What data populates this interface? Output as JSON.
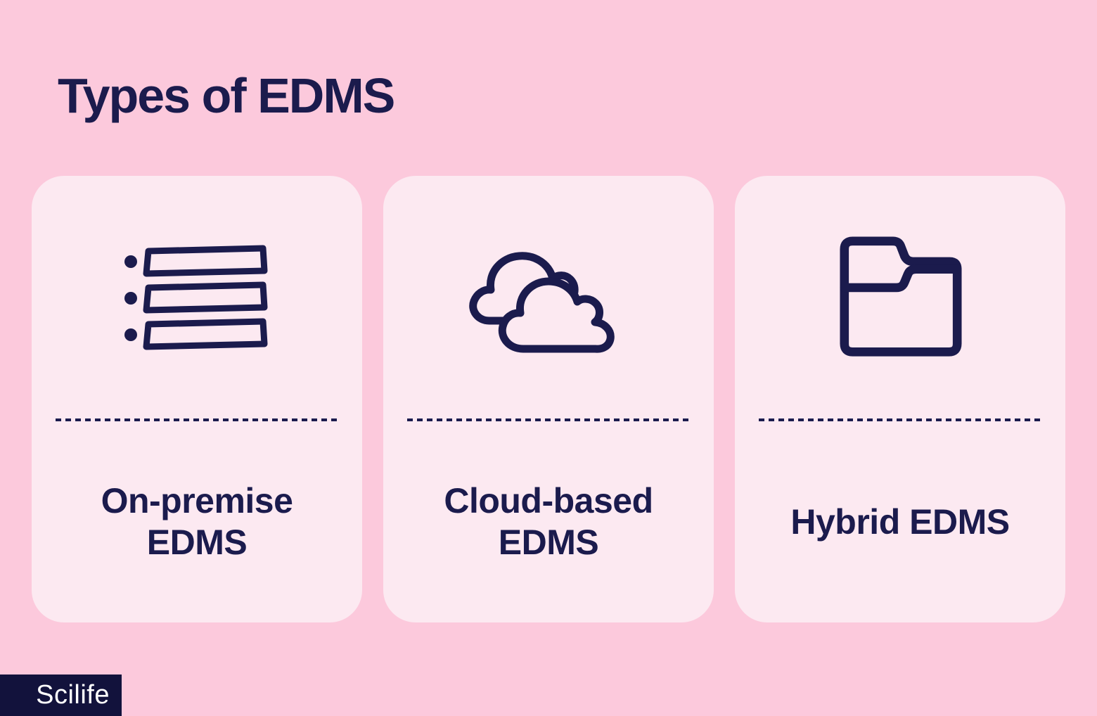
{
  "title": "Types of EDMS",
  "cards": [
    {
      "name": "on-premise",
      "label": "On-premise\nEDMS",
      "icon": "list-icon"
    },
    {
      "name": "cloud-based",
      "label": "Cloud-based\nEDMS",
      "icon": "clouds-icon"
    },
    {
      "name": "hybrid",
      "label": "Hybrid EDMS",
      "icon": "folder-icon"
    }
  ],
  "logo": {
    "text": "Scilife"
  },
  "colors": {
    "background": "#FCC9DC",
    "card": "#FCE9F1",
    "ink": "#1B1B4D",
    "logo_bg": "#12123C",
    "logo_text": "#FFFFFF"
  }
}
